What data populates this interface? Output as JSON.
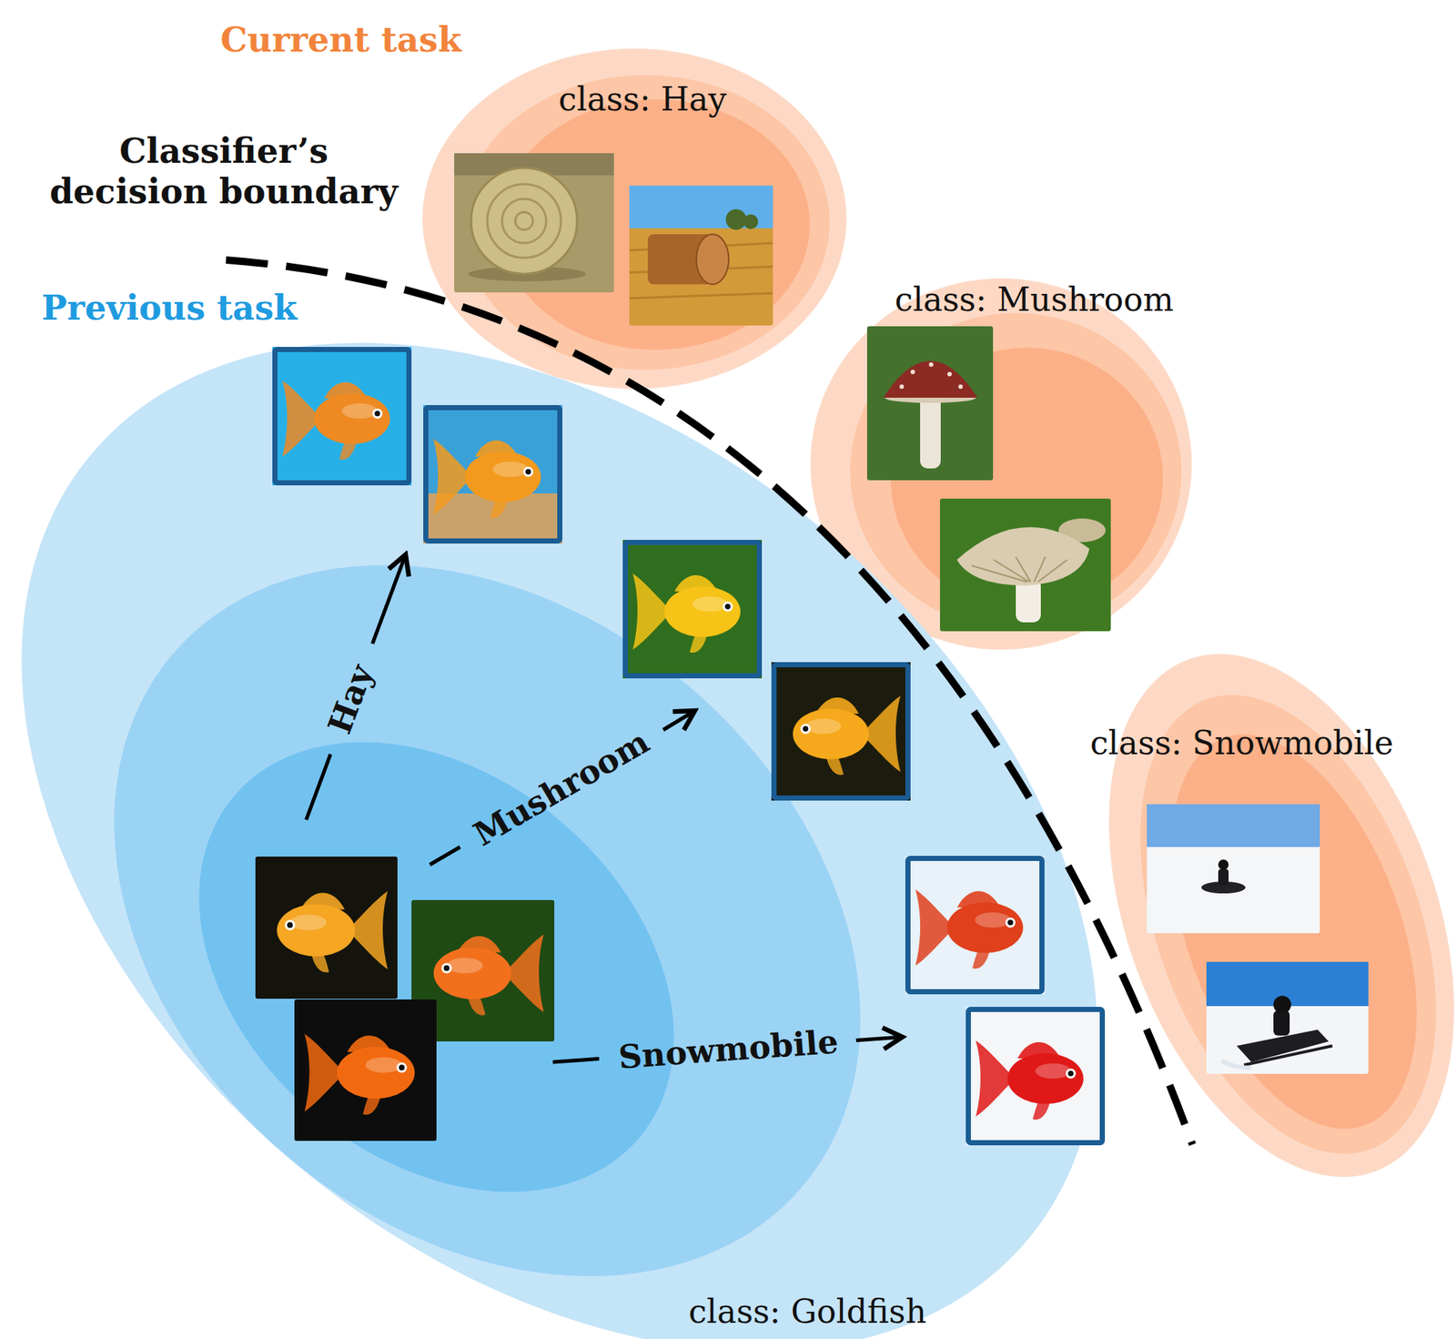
{
  "diagram": {
    "nodes": [
      {
        "text": [
          "class: Hay"
        ]
      },
      {
        "text": [
          "class: Mushroom"
        ]
      },
      {
        "text": [
          "class: Snowmobile"
        ]
      },
      {
        "text": [
          "class: Goldfish"
        ]
      }
    ],
    "labels": [
      "Current task",
      "Classifier’s decision boundary",
      "Previous task",
      "Hay",
      "Mushroom",
      "Snowmobile"
    ]
  }
}
